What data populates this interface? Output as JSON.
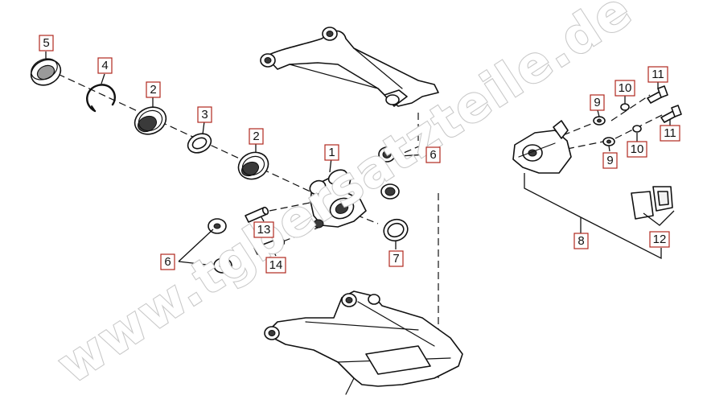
{
  "watermark": "www.tgbersatzteile.de",
  "labels": {
    "p1": "1",
    "p2a": "2",
    "p2b": "2",
    "p3": "3",
    "p4": "4",
    "p5": "5",
    "p6a": "6",
    "p6b": "6",
    "p7": "7",
    "p8": "8",
    "p9a": "9",
    "p9b": "9",
    "p10a": "10",
    "p10b": "10",
    "p11a": "11",
    "p11b": "11",
    "p12": "12",
    "p13": "13",
    "p14": "14"
  },
  "colors": {
    "label_border": "#b0281e",
    "watermark_outline": "#c9c9c9",
    "line": "#111111"
  }
}
